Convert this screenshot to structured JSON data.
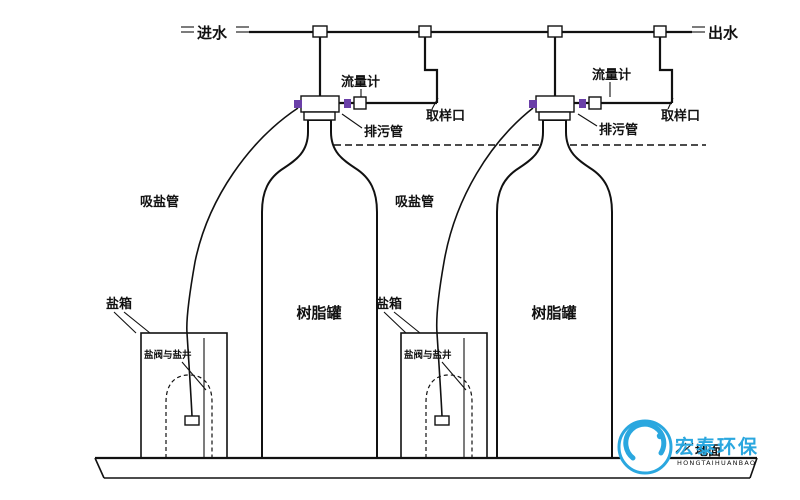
{
  "diagram": {
    "labels": {
      "inlet": "进水",
      "outlet": "出水",
      "flow_meter": "流量计",
      "sampling_port": "取样口",
      "drain_pipe": "排污管",
      "salt_suction_pipe": "吸盐管",
      "salt_box": "盐箱",
      "salt_valve_and_well": "盐阀与盐井",
      "resin_tank": "树脂罐",
      "ground": "地面"
    },
    "colors": {
      "line": "#111111",
      "fitting_accent": "#6a3fa8",
      "logo_blue": "#2aa7df",
      "logo_light_blue": "#58bae7"
    }
  },
  "logo": {
    "name": "宏泰环保",
    "subtext": "HONGTAIHUANBAO"
  }
}
